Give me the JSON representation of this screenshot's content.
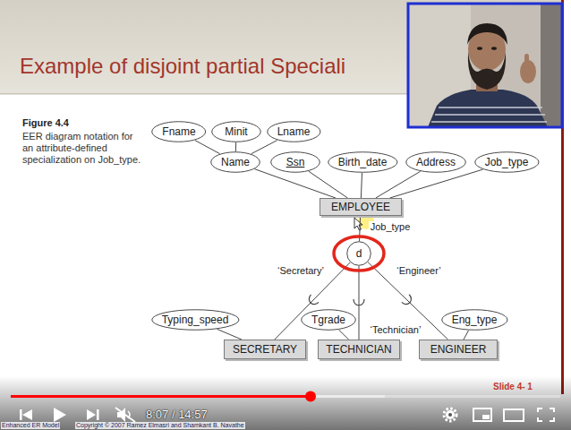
{
  "diagram": {
    "title": "Example of disjoint partial Speciali",
    "caption": "EER diagram notation for an attribute-defined specialization on Job_type.",
    "nodes": [
      {
        "text": [
          "Fname"
        ]
      },
      {
        "text": [
          "Minit"
        ]
      },
      {
        "text": [
          "Lname"
        ]
      },
      {
        "text": [
          "Name"
        ]
      },
      {
        "text": [
          "Ssn"
        ]
      },
      {
        "text": [
          "Birth_date"
        ]
      },
      {
        "text": [
          "Address"
        ]
      },
      {
        "text": [
          "Job_type"
        ]
      },
      {
        "text": [
          "EMPLOYEE"
        ]
      },
      {
        "text": [
          "d"
        ]
      },
      {
        "text": [
          "Typing_speed"
        ]
      },
      {
        "text": [
          "Tgrade"
        ]
      },
      {
        "text": [
          "Eng_type"
        ]
      },
      {
        "text": [
          "SECRETARY"
        ]
      },
      {
        "text": [
          "TECHNICIAN"
        ]
      },
      {
        "text": [
          "ENGINEER"
        ]
      }
    ],
    "edges": [
      {
        "from": 0,
        "to": 3,
        "arrow": "none"
      },
      {
        "from": 1,
        "to": 3,
        "arrow": "none"
      },
      {
        "from": 2,
        "to": 3,
        "arrow": "none"
      },
      {
        "from": 3,
        "to": 8,
        "arrow": "none"
      },
      {
        "from": 4,
        "to": 8,
        "arrow": "none"
      },
      {
        "from": 5,
        "to": 8,
        "arrow": "none"
      },
      {
        "from": 6,
        "to": 8,
        "arrow": "none"
      },
      {
        "from": 7,
        "to": 8,
        "arrow": "none"
      },
      {
        "from": 8,
        "to": 9,
        "label": "Job_type",
        "arrow": "none"
      },
      {
        "from": 9,
        "to": 13,
        "label": "‘Secretary’",
        "arrow": "none"
      },
      {
        "from": 9,
        "to": 14,
        "label": "‘Technician’",
        "arrow": "none"
      },
      {
        "from": 9,
        "to": 15,
        "label": "‘Engineer’",
        "arrow": "none"
      },
      {
        "from": 10,
        "to": 13,
        "arrow": "none"
      },
      {
        "from": 11,
        "to": 14,
        "arrow": "none"
      },
      {
        "from": 12,
        "to": 15,
        "arrow": "none"
      }
    ],
    "labels": [
      "Figure 4.4",
      "Slide 4- 1",
      "Enhanced ER Model",
      "Copyright © 2007 Ramez Elmasri and Shamkant B. Navathe",
      "8:07 / 14:57"
    ]
  }
}
